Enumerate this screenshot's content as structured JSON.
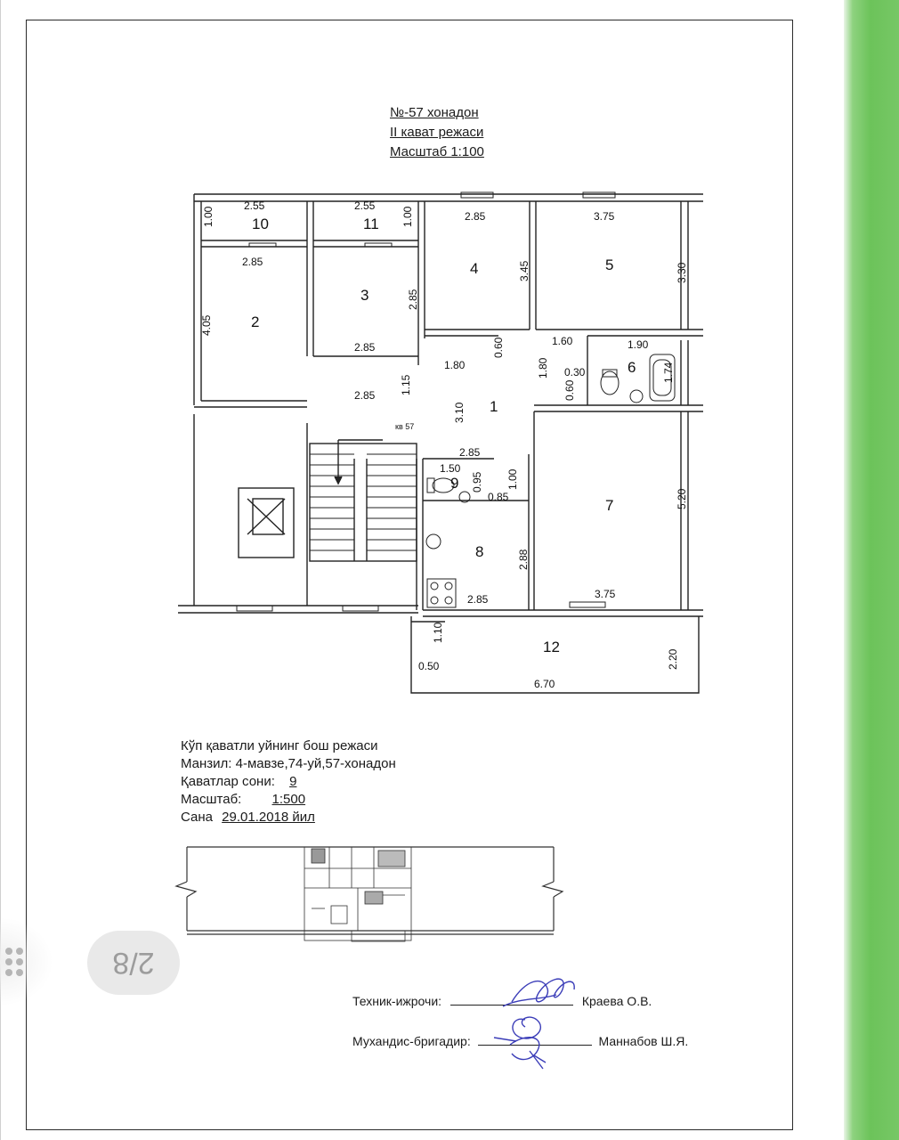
{
  "header": {
    "line1": "№-57 хонадон",
    "line2": "II кават режаси",
    "line3": "Масштаб 1:100"
  },
  "plan": {
    "rooms": [
      "10",
      "11",
      "2",
      "3",
      "4",
      "5",
      "1",
      "6",
      "9",
      "7",
      "8",
      "12"
    ],
    "dimensions": [
      "2.55",
      "1.00",
      "2.55",
      "1.00",
      "2.85",
      "3.75",
      "2.85",
      "4.05",
      "2.85",
      "2.85",
      "3.45",
      "3.30",
      "1.80",
      "0.60",
      "1.60",
      "1.90",
      "1.80",
      "0.30",
      "1.74",
      "0.60",
      "2.85",
      "1.15",
      "3.10",
      "2.85",
      "1.50",
      "0.95",
      "1.00",
      "0.85",
      "5.20",
      "2.88",
      "3.75",
      "2.85",
      "1.10",
      "0.50",
      "2.20",
      "6.70"
    ],
    "stair_label": "кв 57"
  },
  "info": {
    "line1": "Кўп қаватли уйнинг бош режаси",
    "line2": "Манзил: 4-мавзе,74-уй,57-хонадон",
    "floors_label": "Қаватлар сони:",
    "floors_value": "9",
    "scale_label": "Масштаб:",
    "scale_value": "1:500",
    "date_label": "Сана",
    "date_value": "29.01.2018 йил"
  },
  "signatures": {
    "technician_label": "Техник-ижрочи:",
    "technician_name": "Краева О.В.",
    "engineer_label": "Мухандис-бригадир:",
    "engineer_name": "Маннабов Ш.Я."
  },
  "viewer": {
    "page_indicator": "2/8",
    "menu_icon": "grid-dots-icon"
  }
}
